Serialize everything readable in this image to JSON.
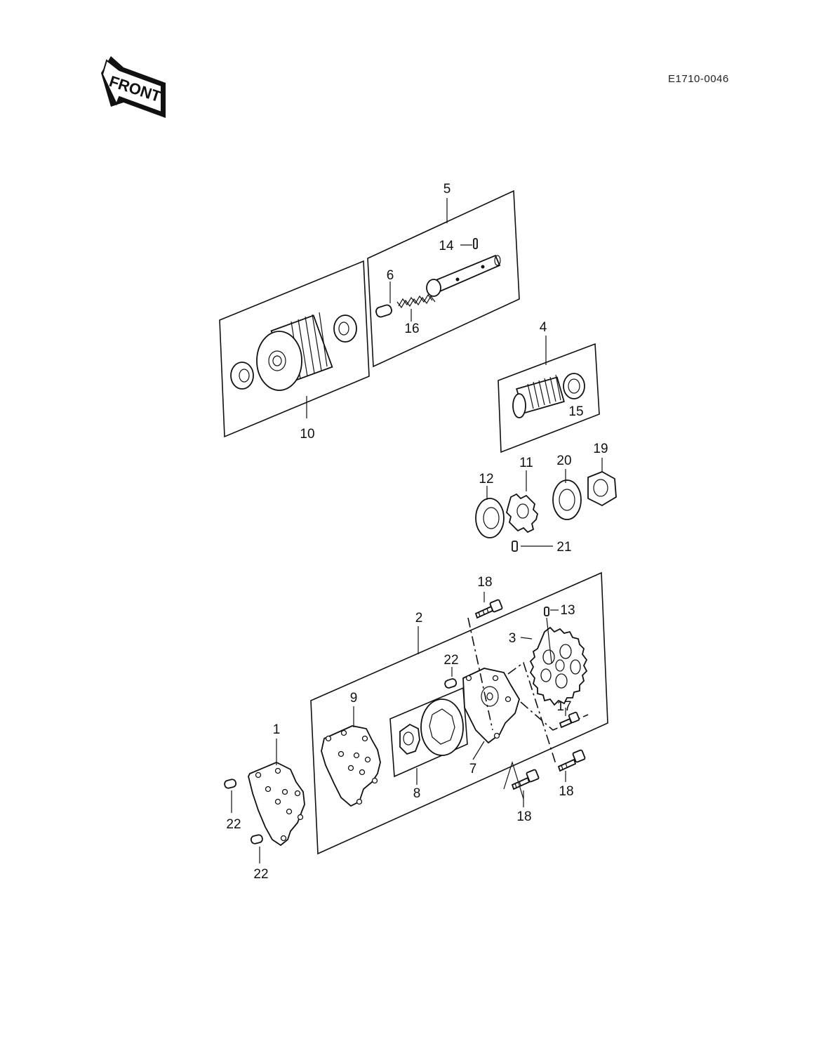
{
  "header": {
    "front_label": "FRONT",
    "diagram_code": "E1710-0046"
  },
  "callouts": {
    "c1": "1",
    "c2": "2",
    "c3": "3",
    "c4": "4",
    "c5": "5",
    "c6": "6",
    "c7": "7",
    "c8": "8",
    "c9": "9",
    "c10": "10",
    "c11": "11",
    "c12": "12",
    "c13": "13",
    "c14": "14",
    "c15": "15",
    "c16": "16",
    "c17": "17",
    "c18a": "18",
    "c18b": "18",
    "c18c": "18",
    "c19": "19",
    "c20": "20",
    "c21": "21",
    "c22a": "22",
    "c22b": "22",
    "c22c": "22"
  }
}
